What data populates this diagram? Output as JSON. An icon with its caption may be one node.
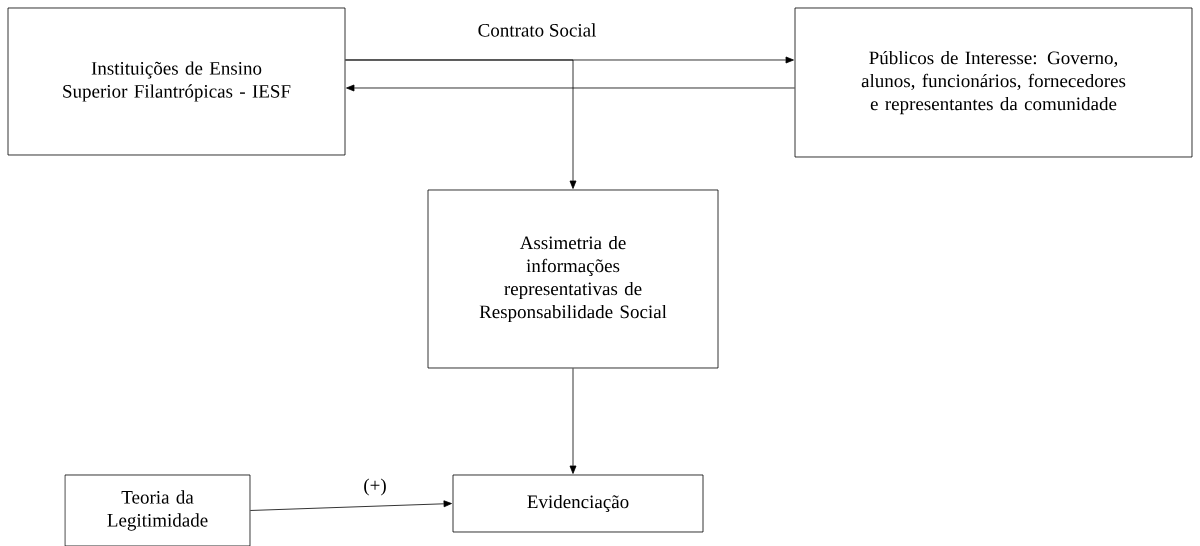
{
  "diagram": {
    "nodes": [
      {
        "text": [
          "Instituições de Ensino Superior Filantrópicas - IESF"
        ]
      },
      {
        "text": [
          "Públicos de Interesse: Governo, alunos, funcionários, fornecedores e representantes da comunidade"
        ]
      },
      {
        "text": [
          "Assimetria de informações representativas de Responsabilidade Social"
        ]
      },
      {
        "text": [
          "Evidenciação"
        ]
      },
      {
        "text": [
          "Teoria da Legitimidade"
        ]
      }
    ],
    "edges": [
      {
        "from": 0,
        "to": 1,
        "arrow": "to",
        "label": "Contrato Social"
      },
      {
        "from": 1,
        "to": 0,
        "arrow": "to"
      },
      {
        "from": 0,
        "to": 2,
        "arrow": "to"
      },
      {
        "from": 2,
        "to": 3,
        "arrow": "to"
      },
      {
        "from": 4,
        "to": 3,
        "arrow": "to",
        "label": "(+)"
      }
    ]
  }
}
